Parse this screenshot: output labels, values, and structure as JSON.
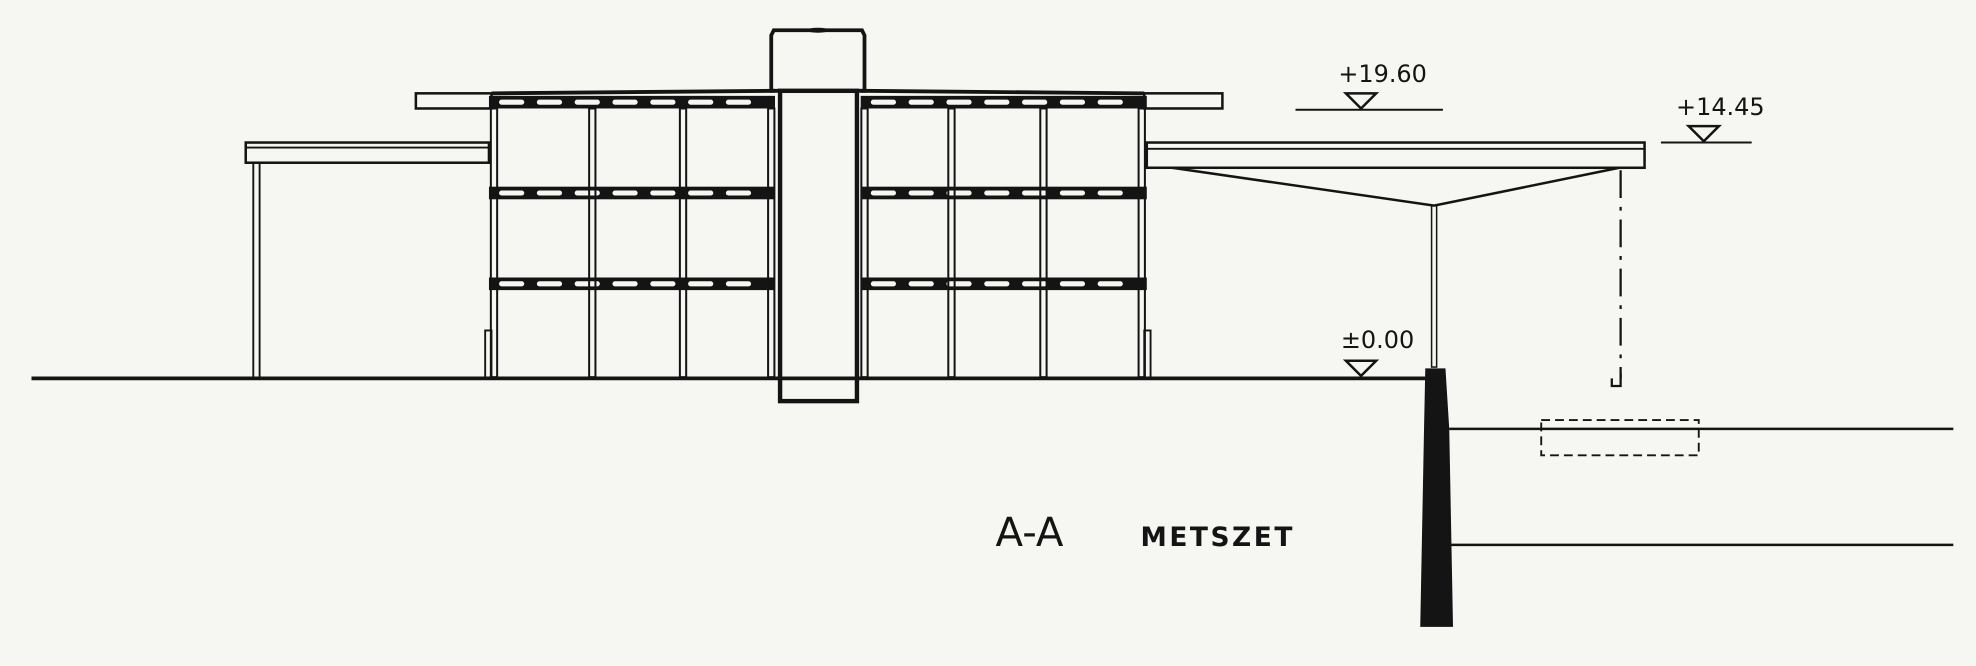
{
  "drawing": {
    "title_main": "A-A",
    "title_sub": "METSZET",
    "levels": [
      {
        "label": "+19.60"
      },
      {
        "label": "+14.45"
      },
      {
        "label": "±0.00"
      }
    ]
  },
  "colors": {
    "ink": "#141414",
    "paper": "#f6f6f3"
  }
}
